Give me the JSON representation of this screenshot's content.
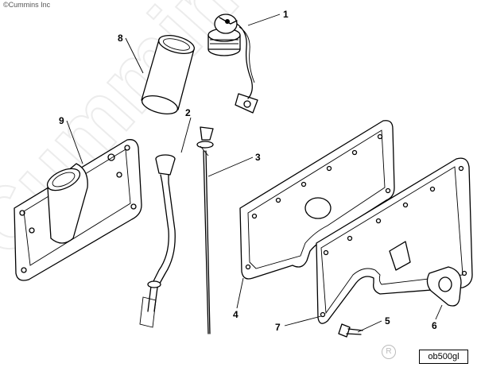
{
  "copyright": "©Cummins Inc",
  "watermark": "Cummins",
  "figure_id": "ob500gl",
  "registered_mark": "R",
  "callouts": [
    {
      "id": "1",
      "label": "1"
    },
    {
      "id": "2",
      "label": "2"
    },
    {
      "id": "3",
      "label": "3"
    },
    {
      "id": "4",
      "label": "4"
    },
    {
      "id": "5",
      "label": "5"
    },
    {
      "id": "6",
      "label": "6"
    },
    {
      "id": "7",
      "label": "7"
    },
    {
      "id": "8",
      "label": "8"
    },
    {
      "id": "9",
      "label": "9"
    }
  ]
}
